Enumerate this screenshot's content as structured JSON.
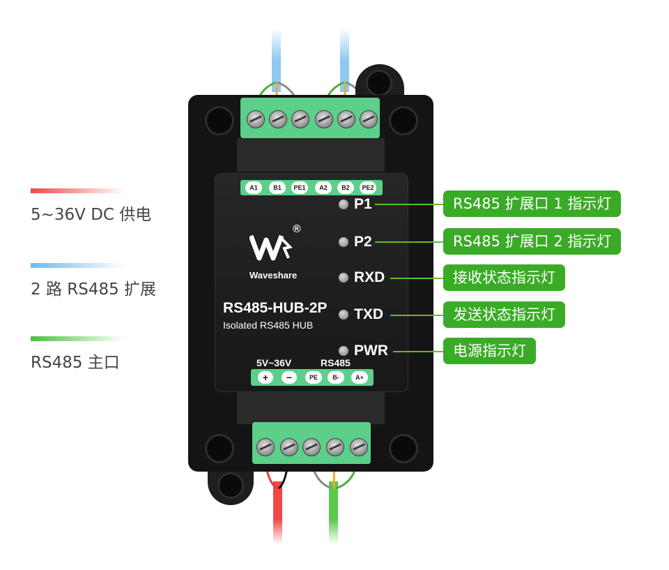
{
  "legend": [
    {
      "label": "5~36V DC 供电",
      "color": "#f04848"
    },
    {
      "label": "2 路 RS485 扩展",
      "color": "#6fb8ef"
    },
    {
      "label": "RS485 主口",
      "color": "#49c23a"
    }
  ],
  "device": {
    "brand": "Waveshare",
    "logo_mark": "W",
    "logo_registered": "®",
    "model": "RS485-HUB-2P",
    "subtitle": "Isolated RS485 HUB",
    "top_terminals": [
      "A1",
      "B1",
      "PE1",
      "A2",
      "B2",
      "PE2"
    ],
    "power_label": "5V~36V",
    "power_terminals": [
      "+",
      "−"
    ],
    "rs485_label": "RS485",
    "rs485_terminals": [
      "PE",
      "B-",
      "A+"
    ]
  },
  "indicators": [
    {
      "label": "P1",
      "callout": "RS485 扩展口 1 指示灯"
    },
    {
      "label": "P2",
      "callout": "RS485 扩展口 2 指示灯"
    },
    {
      "label": "RXD",
      "callout": "接收状态指示灯"
    },
    {
      "label": "TXD",
      "callout": "发送状态指示灯"
    },
    {
      "label": "PWR",
      "callout": "电源指示灯"
    }
  ],
  "colors": {
    "accent_green": "#3aab26",
    "terminal_green": "#5ccf8a",
    "body_black": "#1a1a1a"
  }
}
